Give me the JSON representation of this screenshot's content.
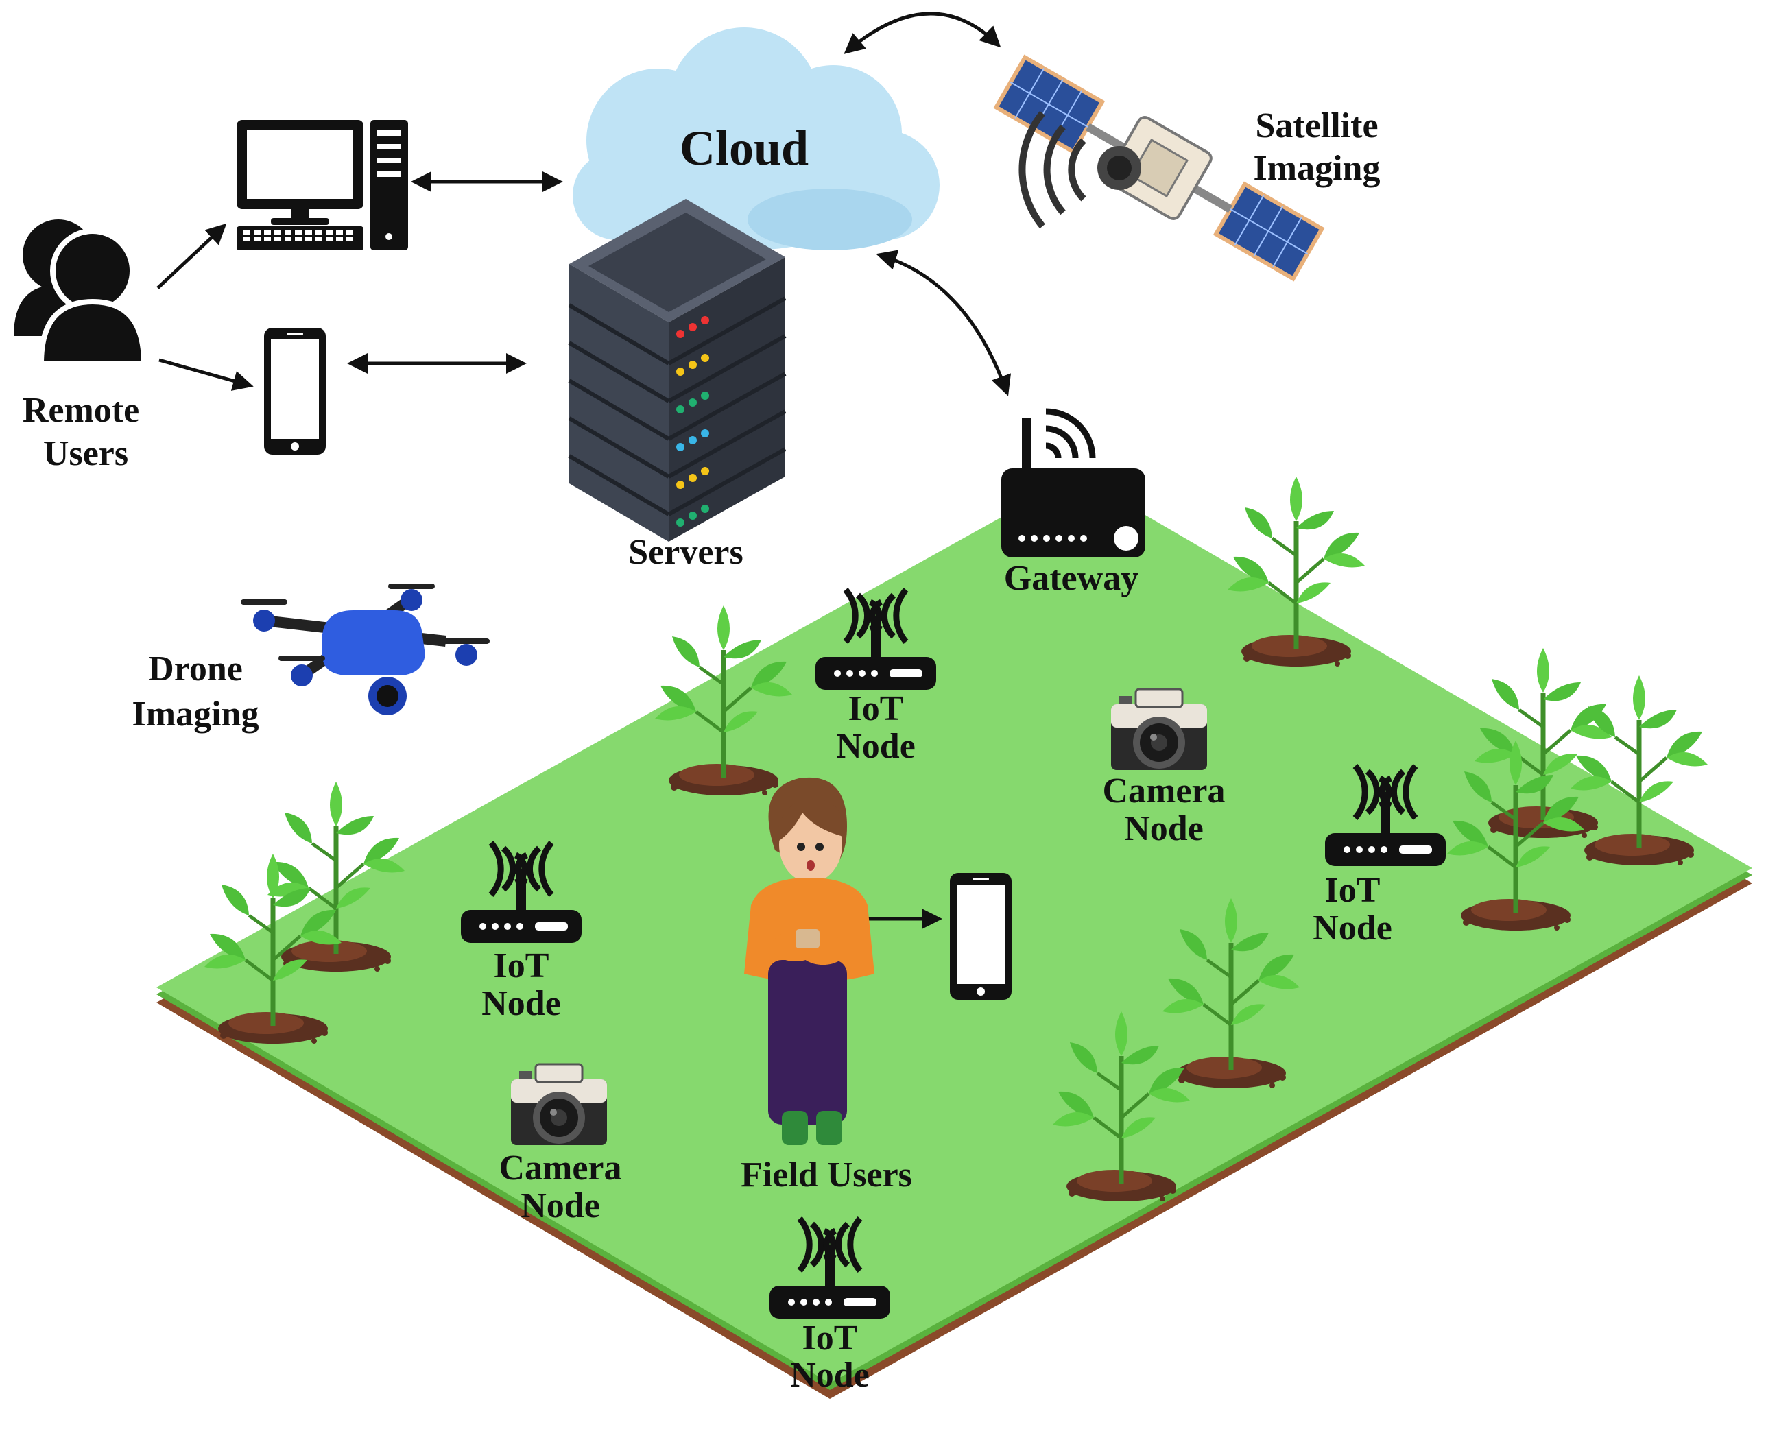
{
  "labels": {
    "cloud": "Cloud",
    "servers": "Servers",
    "satellite": [
      "Satellite",
      "Imaging"
    ],
    "remote_users": [
      "Remote",
      "Users"
    ],
    "drone": [
      "Drone",
      "Imaging"
    ],
    "gateway": "Gateway",
    "iot_node": [
      "IoT",
      "Node"
    ],
    "camera_node": [
      "Camera",
      "Node"
    ],
    "field_users": "Field Users"
  },
  "colors": {
    "grass": "#86d96e",
    "grass_edge": "#5ab23e",
    "soil": "#8a4a2a",
    "cloud": "#bfe3f5",
    "server_body": "#3e4552",
    "leaf": "#4fbf3a",
    "drone": "#2f5de0",
    "person_top": "#f08a2a",
    "person_pants": "#3a1f5a"
  },
  "icons": {
    "computer": "desktop-computer-icon",
    "phone": "smartphone-icon",
    "users": "users-icon",
    "server": "server-rack-icon",
    "satellite": "satellite-icon",
    "router": "wireless-router-icon",
    "camera": "camera-icon",
    "plant": "plant-icon",
    "drone": "drone-icon",
    "person": "field-user-icon"
  }
}
